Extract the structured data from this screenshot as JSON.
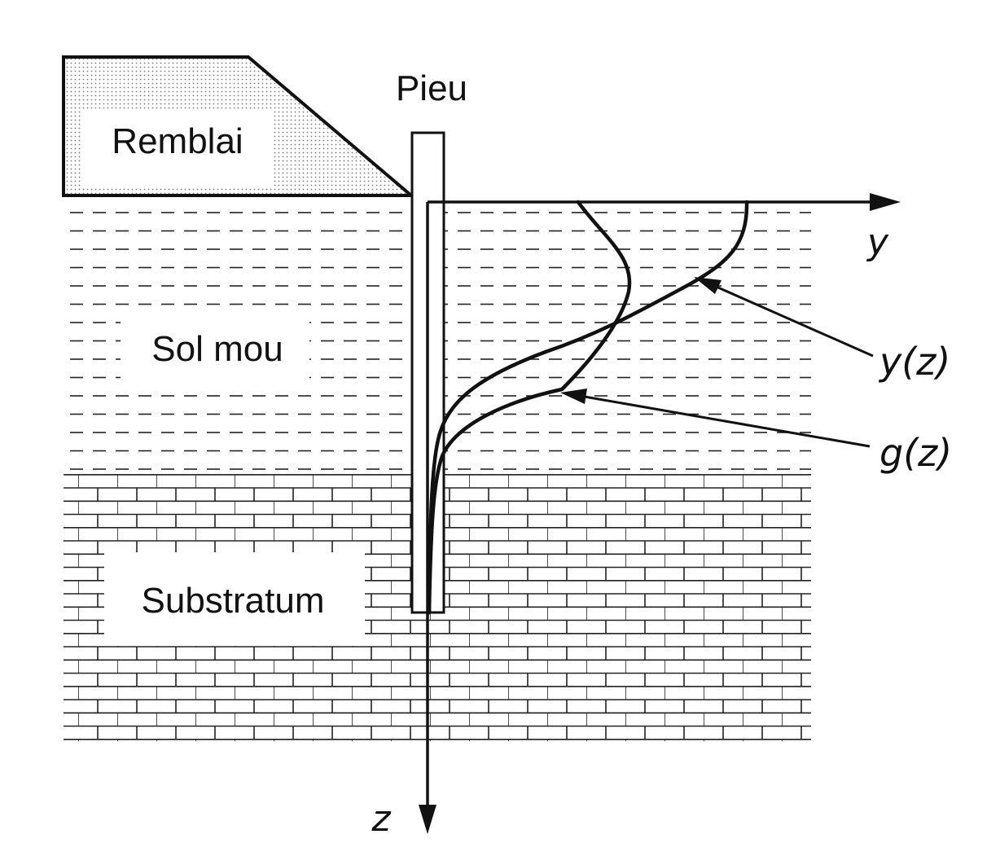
{
  "labels": {
    "embankment": "Remblai",
    "pile": "Pieu",
    "soft_soil": "Sol mou",
    "substratum": "Substratum",
    "y_axis": "y",
    "z_axis": "z",
    "y_curve": "y(z)",
    "g_curve": "g(z)"
  },
  "colors": {
    "ink": "#111111",
    "fill_dots": "#7a7a7a",
    "background": "#ffffff"
  }
}
